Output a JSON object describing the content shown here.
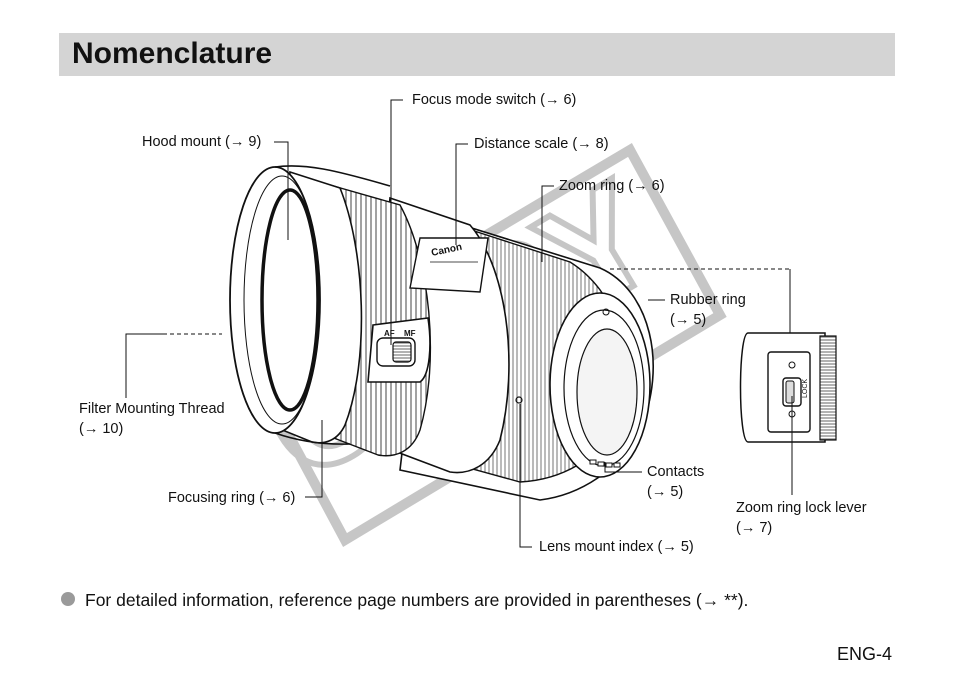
{
  "page": {
    "title": "Nomenclature",
    "page_number": "ENG-4"
  },
  "labels": {
    "hood_mount": "Hood mount (→ 9)",
    "focus_mode_switch": "Focus mode switch (→ 6)",
    "distance_scale": "Distance scale (→ 8)",
    "zoom_ring": "Zoom ring (→ 6)",
    "rubber_ring_1": "Rubber ring",
    "rubber_ring_2": "(→ 5)",
    "filter_thread_1": "Filter Mounting Thread",
    "filter_thread_2": "(→ 10)",
    "focusing_ring": "Focusing ring (→ 6)",
    "contacts_1": "Contacts",
    "contacts_2": "(→ 5)",
    "zoom_lock_1": "Zoom ring lock lever",
    "zoom_lock_2": "(→ 7)",
    "lens_mount_index": "Lens mount index (→ 5)"
  },
  "lens_markings": {
    "brand": "Canon",
    "switch_af": "AF",
    "switch_mf": "MF",
    "lock": "LOCK",
    "watermark": "COPY"
  },
  "note": {
    "text": "For detailed information, reference page numbers are provided in parentheses (→ **)."
  }
}
